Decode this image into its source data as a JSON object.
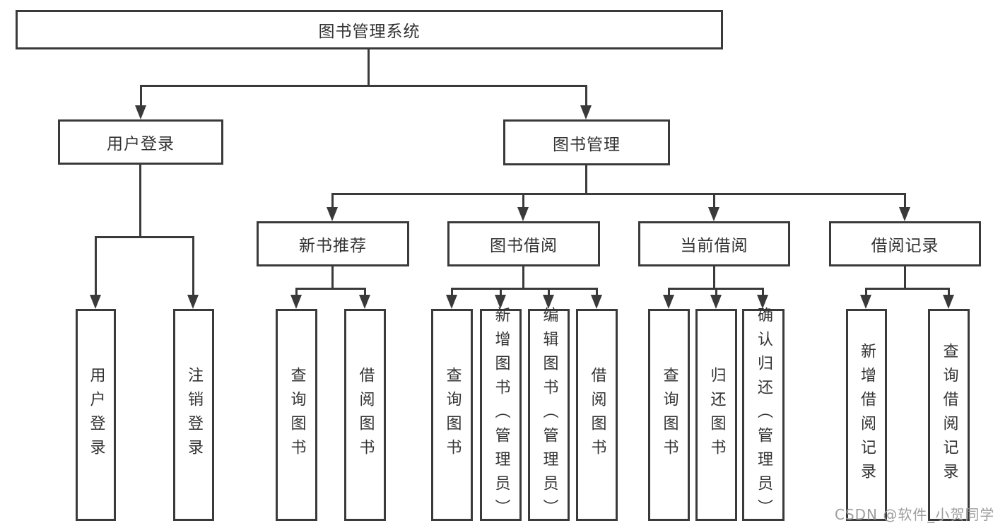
{
  "diagram": {
    "title": "图书管理系统",
    "branches": {
      "user_login": {
        "label": "用户登录",
        "leaves": [
          "用户登录",
          "注销登录"
        ]
      },
      "book_mgmt": {
        "label": "图书管理",
        "groups": {
          "new_books": {
            "label": "新书推荐",
            "leaves": [
              "查询图书",
              "借阅图书"
            ]
          },
          "borrowing": {
            "label": "图书借阅",
            "leaves": [
              "查询图书",
              "新增图书（管理员）",
              "编辑图书（管理员）",
              "借阅图书"
            ]
          },
          "current": {
            "label": "当前借阅",
            "leaves": [
              "查询图书",
              "归还图书",
              "确认归还（管理员）"
            ]
          },
          "records": {
            "label": "借阅记录",
            "leaves": [
              "新增借阅记录",
              "查询借阅记录"
            ]
          }
        }
      }
    }
  },
  "watermark": "CSDN @软件_小贺同学",
  "colors": {
    "line": "#3a3a3a",
    "text": "#333333",
    "watermark": "#9e9e9e",
    "background": "#ffffff"
  }
}
